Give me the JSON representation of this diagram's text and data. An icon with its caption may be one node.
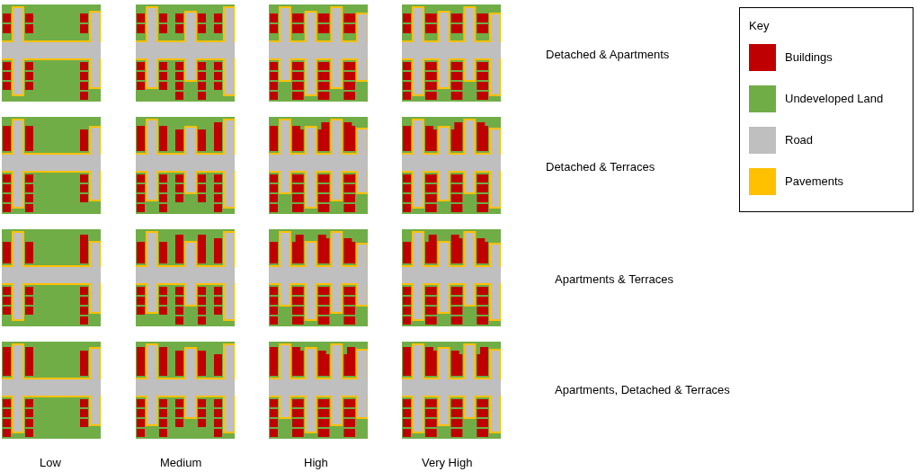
{
  "diagram": {
    "labels": [
      "Detached & Apartments",
      "Detached & Terraces",
      "Apartments & Terraces",
      "Apartments, Detached & Terraces",
      "Low",
      "Medium",
      "High",
      "Very High",
      "Key"
    ],
    "legend": [
      {
        "text": "Buildings",
        "color": "#c00000"
      },
      {
        "text": "Undeveloped Land",
        "color": "#70ad47"
      },
      {
        "text": "Road",
        "color": "#bfbfbf"
      },
      {
        "text": "Pavements",
        "color": "#ffc000"
      }
    ]
  }
}
